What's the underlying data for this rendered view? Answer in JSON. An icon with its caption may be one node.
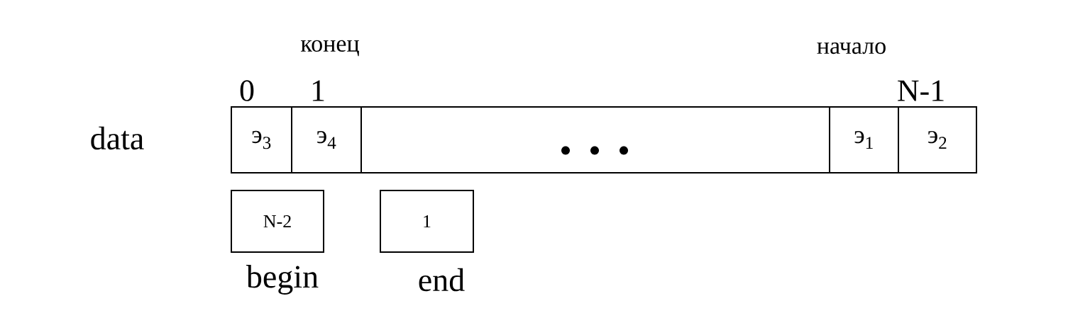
{
  "diagram": {
    "nodes": [
      {
        "text": [
          "э$_{3}$"
        ],
        "beside": [
          "0"
        ]
      },
      {
        "text": [
          "э$_{4}$"
        ],
        "beside": [
          "1"
        ]
      },
      {
        "text": [],
        "shape": "box"
      },
      {
        "text": [
          "э$_{1}$"
        ]
      },
      {
        "text": [
          "э$_{2}$"
        ],
        "beside": [
          "N-1"
        ]
      },
      {
        "text": [
          "N-2"
        ],
        "beside": [
          "begin"
        ]
      },
      {
        "text": [
          "1"
        ],
        "beside": [
          "end"
        ]
      }
    ],
    "labels": [
      "конец",
      "начало",
      "data"
    ]
  }
}
